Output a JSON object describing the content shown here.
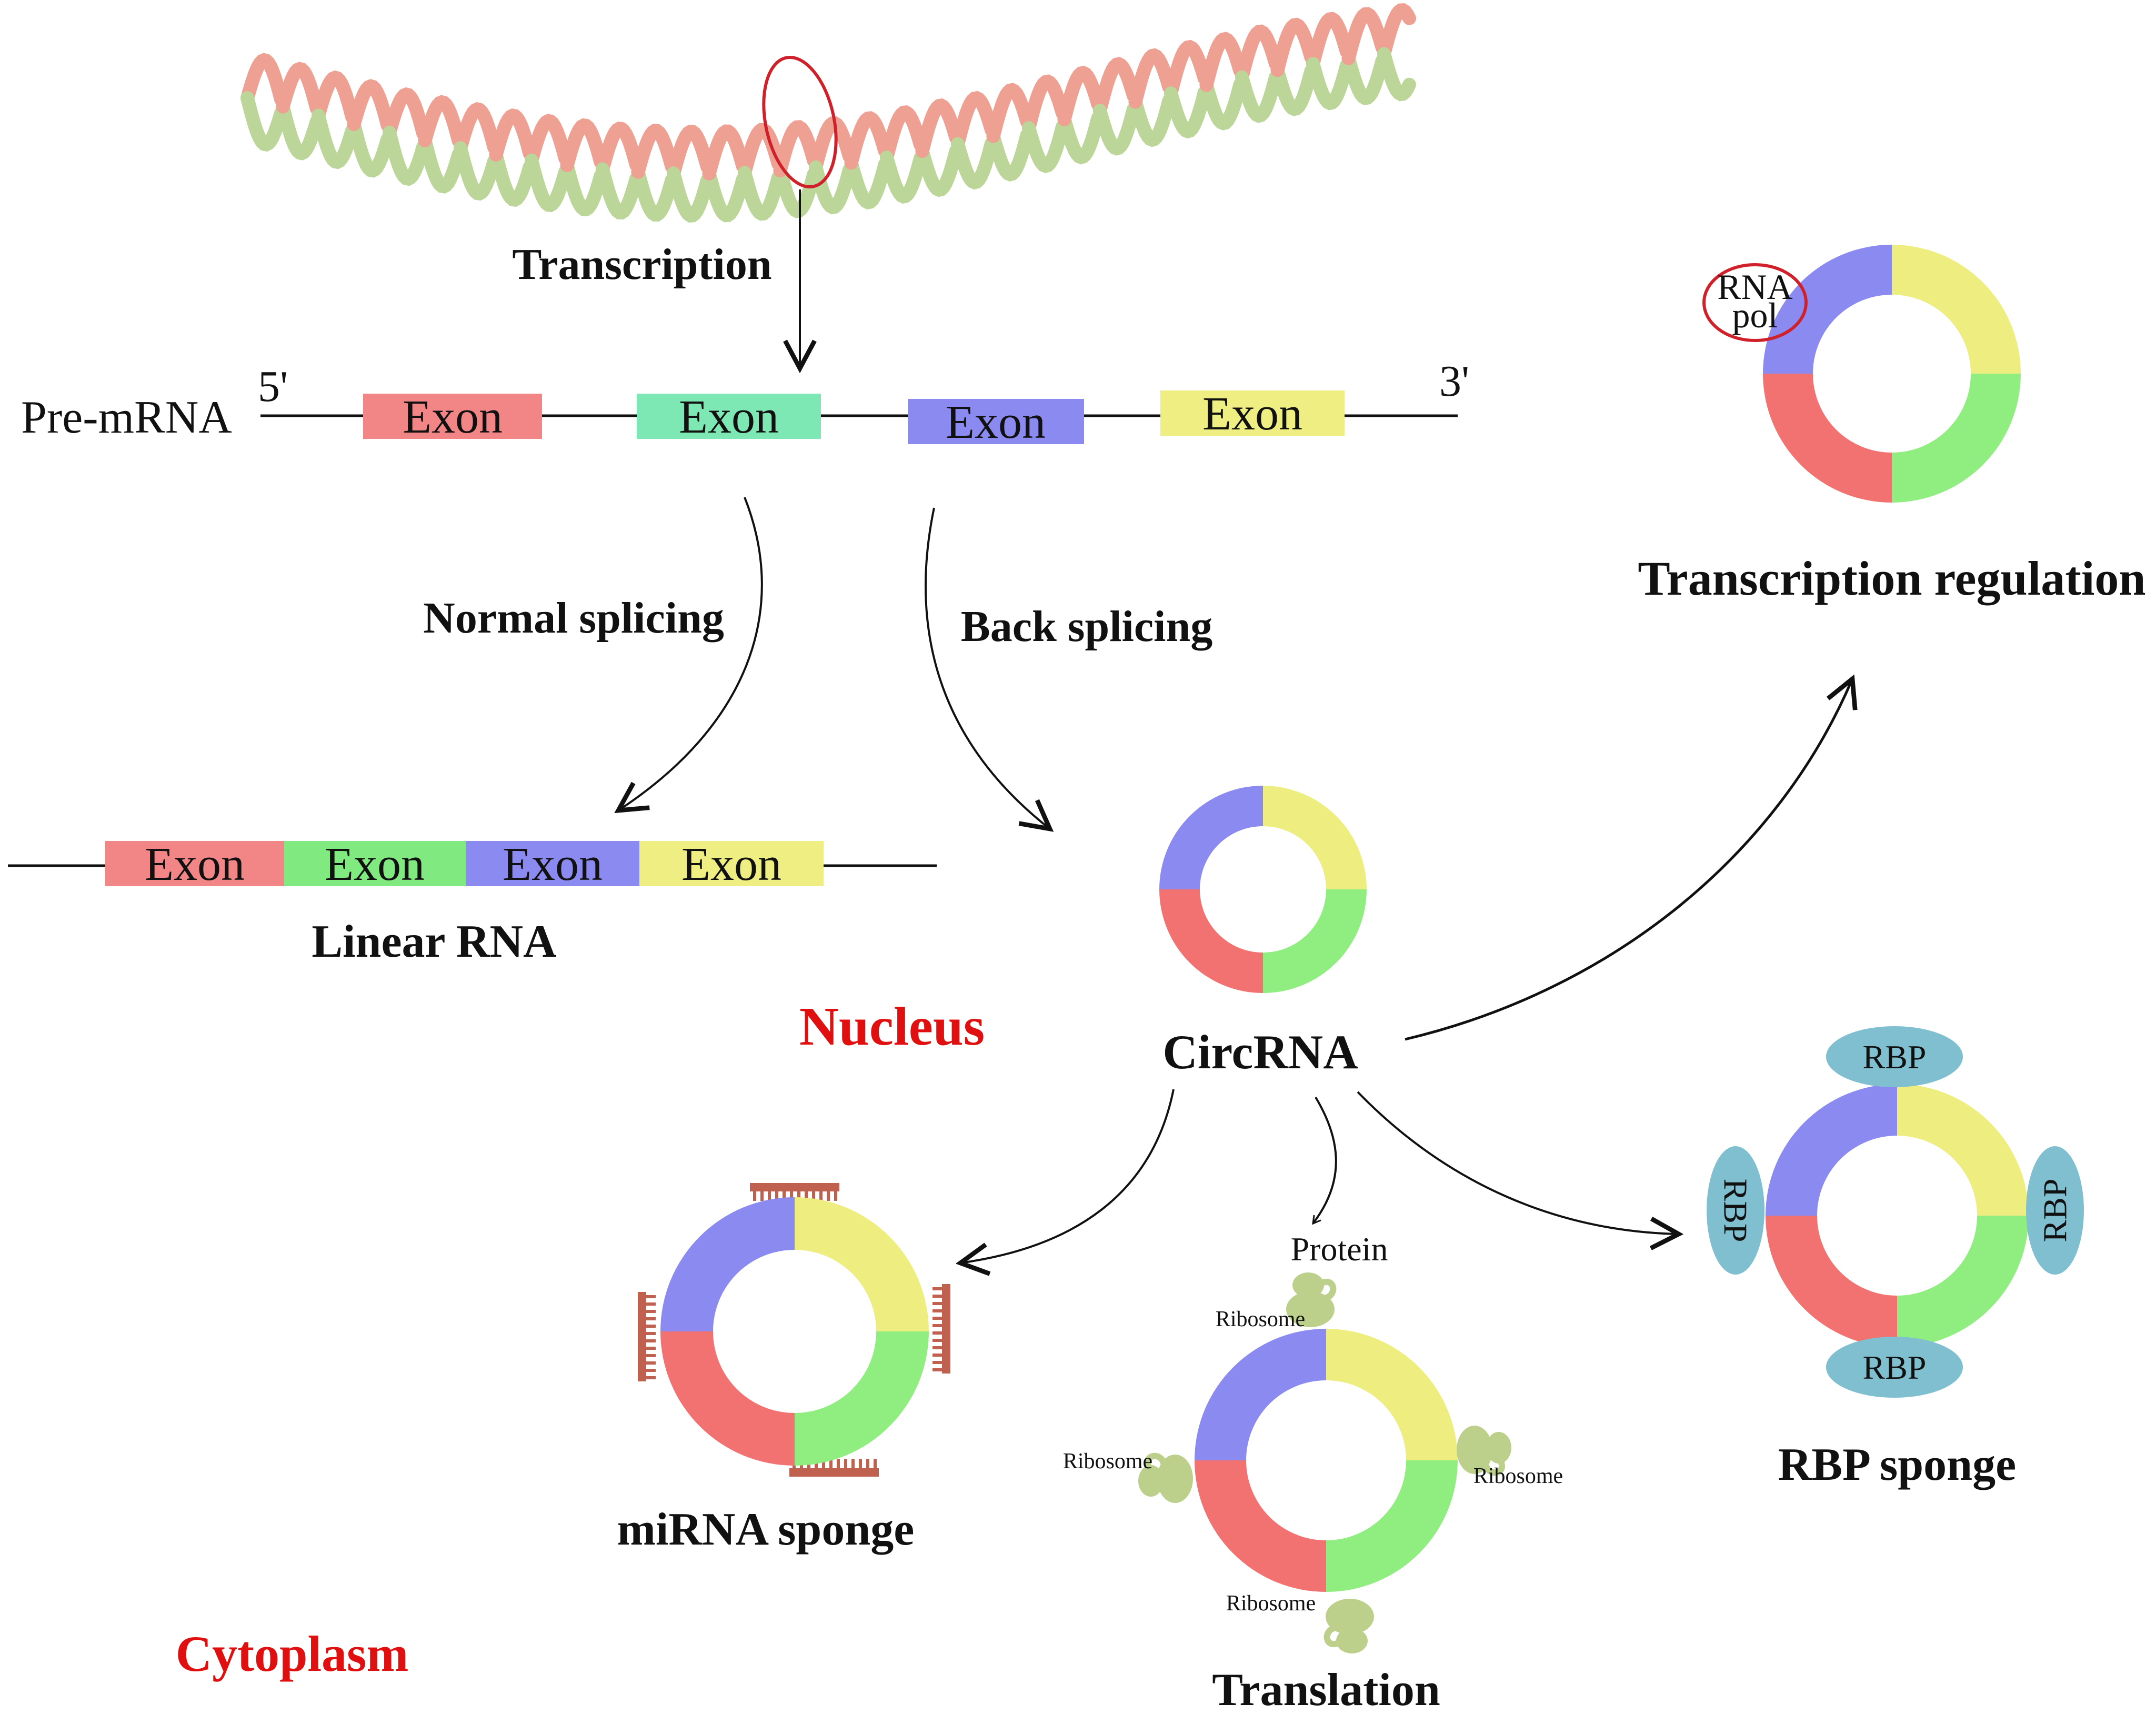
{
  "colors": {
    "exon_red": "#f28585",
    "exon_teal": "#7ee8b4",
    "exon_green": "#80ea80",
    "exon_blue": "#8a8af0",
    "exon_yellow": "#eeee82",
    "ring_blue": "#8a8af0",
    "ring_yellow": "#eded80",
    "ring_red": "#f27272",
    "ring_green": "#90ee80",
    "rbp": "#7fbfcf",
    "mirna": "#c0604e",
    "ribosome": "#bcd08c",
    "highlight_red": "#d0202a",
    "region_label_red": "#e01010",
    "dna_pink": "#eea092",
    "dna_green": "#bcd598",
    "line": "#111111"
  },
  "dna": {
    "label": "Transcription"
  },
  "premrna": {
    "label": "Pre-mRNA",
    "five_prime": "5'",
    "three_prime": "3'",
    "exons": [
      "Exon",
      "Exon",
      "Exon",
      "Exon"
    ]
  },
  "splicing": {
    "normal": "Normal splicing",
    "back": "Back splicing"
  },
  "linear_rna": {
    "exons": [
      "Exon",
      "Exon",
      "Exon",
      "Exon"
    ],
    "label": "Linear RNA"
  },
  "regions": {
    "nucleus": "Nucleus",
    "cytoplasm": "Cytoplasm"
  },
  "circrna": {
    "label": "CircRNA"
  },
  "functions": {
    "transcription_regulation": {
      "label": "Transcription regulation",
      "pol_line1": "RNA",
      "pol_line2": "pol"
    },
    "mirna_sponge": {
      "label": "miRNA sponge"
    },
    "translation": {
      "label": "Translation",
      "protein": "Protein",
      "ribosome_top": "Ribosome",
      "ribosome_left": "Ribosome",
      "ribosome_right": "Ribosome",
      "ribosome_bottom": "Ribosome"
    },
    "rbp_sponge": {
      "label": "RBP sponge",
      "rbp_top": "RBP",
      "rbp_left": "RBP",
      "rbp_right": "RBP",
      "rbp_bottom": "RBP"
    }
  }
}
